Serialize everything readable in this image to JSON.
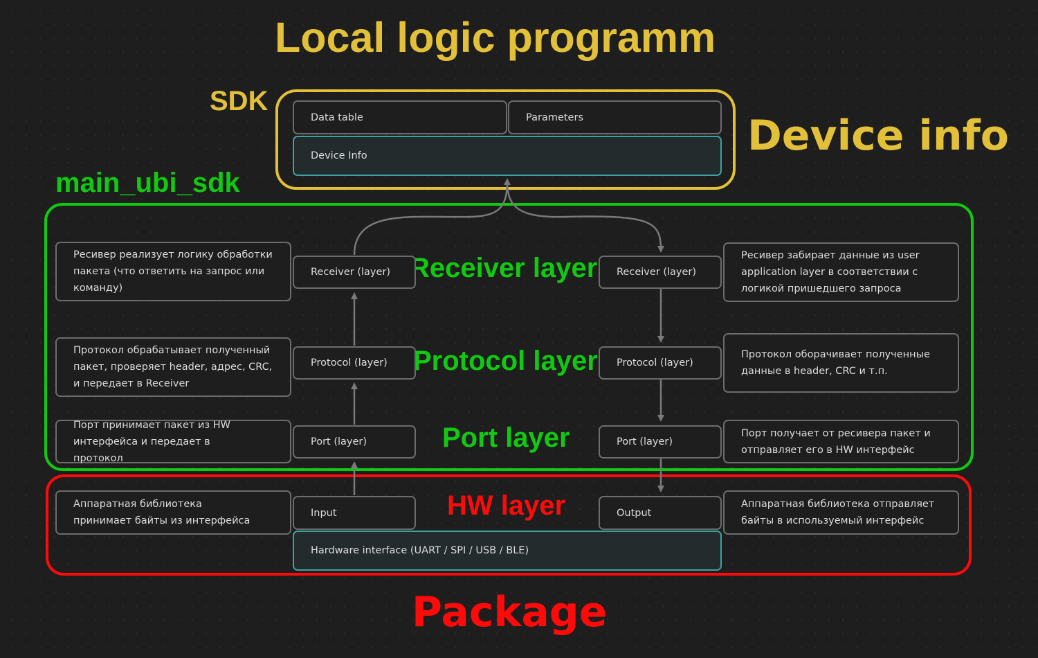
{
  "titles": {
    "top": "Local logic programm",
    "sdk": "SDK",
    "device_info": "Device info",
    "main_ubi_sdk": "main_ubi_sdk",
    "package": "Package"
  },
  "layer_labels": {
    "receiver": "Receiver layer",
    "protocol": "Protocol layer",
    "port": "Port layer",
    "hw": "HW layer"
  },
  "sdk_box": {
    "data_table": "Data table",
    "parameters": "Parameters",
    "device_info": "Device Info"
  },
  "left_stack": {
    "receiver": "Receiver (layer)",
    "protocol": "Protocol (layer)",
    "port": "Port (layer)",
    "input": "Input"
  },
  "right_stack": {
    "receiver": "Receiver (layer)",
    "protocol": "Protocol (layer)",
    "port": "Port (layer)",
    "output": "Output"
  },
  "hardware_interface": "Hardware interface (UART / SPI / USB / BLE)",
  "left_descriptions": {
    "receiver": "Ресивер реализует логику обработки пакета (что ответить на запрос или команду)",
    "protocol": "Протокол обрабатывает полученный пакет, проверяет header, адрес, CRC, и передает в Receiver",
    "port": "Порт принимает пакет из HW интерфейса и передает в протокол",
    "hw": "Аппаратная библиотека принимает байты из интерфейса"
  },
  "right_descriptions": {
    "receiver": "Ресивер забирает данные из user application layer в соответствии с логикой пришедшего запроса",
    "protocol": "Протокол оборачивает полученные данные в header, CRC и т.п.",
    "port": "Порт получает от ресивера пакет и отправляет его в HW интерфейс",
    "hw": "Аппаратная библиотека отправляет байты в используемый интерфейс"
  },
  "colors": {
    "background": "#1e1e1e",
    "sdk_group": "#e3c03a",
    "main_ubi_sdk_group": "#12c912",
    "package_group": "#ff0a0a",
    "node_border": "#6c6c6c",
    "highlight_node_border": "#3aa3a3",
    "edge": "#7a7a7a"
  }
}
